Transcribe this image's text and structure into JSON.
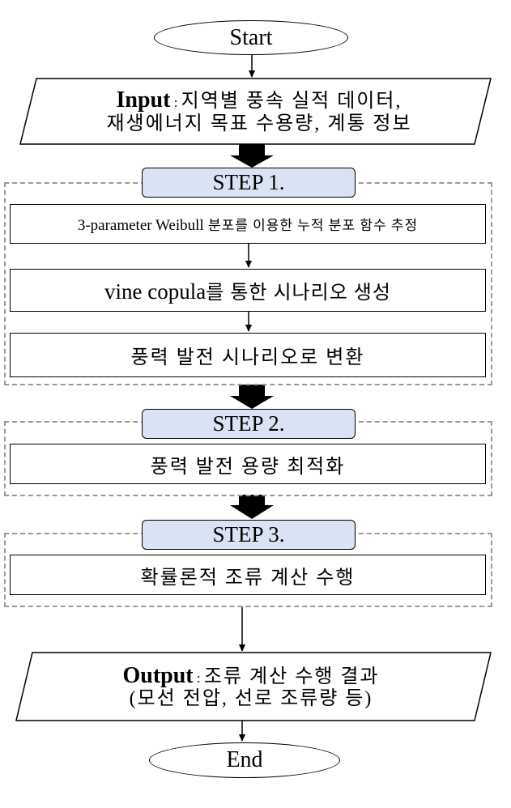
{
  "start": "Start",
  "end": "End",
  "input": {
    "title": "Input",
    "sep": " : ",
    "line1": "지역별 풍속 실적 데이터,",
    "line2": "재생에너지 목표 수용량, 계통 정보"
  },
  "step1": {
    "label": "STEP 1.",
    "box1_a": "3-parameter Weibull",
    "box1_b": " 분포를 이용한 누적 분포 함수 추정",
    "box2_a": "vine copula",
    "box2_b": "를 통한 시나리오 생성",
    "box3": "풍력 발전 시나리오로 변환"
  },
  "step2": {
    "label": "STEP 2.",
    "box1": "풍력 발전 용량 최적화"
  },
  "step3": {
    "label": "STEP 3.",
    "box1": "확률론적 조류 계산 수행"
  },
  "output": {
    "title": "Output",
    "sep": " : ",
    "line1": "조류 계산 수행 결과",
    "line2": "(모선 전압, 선로 조류량 등)"
  }
}
